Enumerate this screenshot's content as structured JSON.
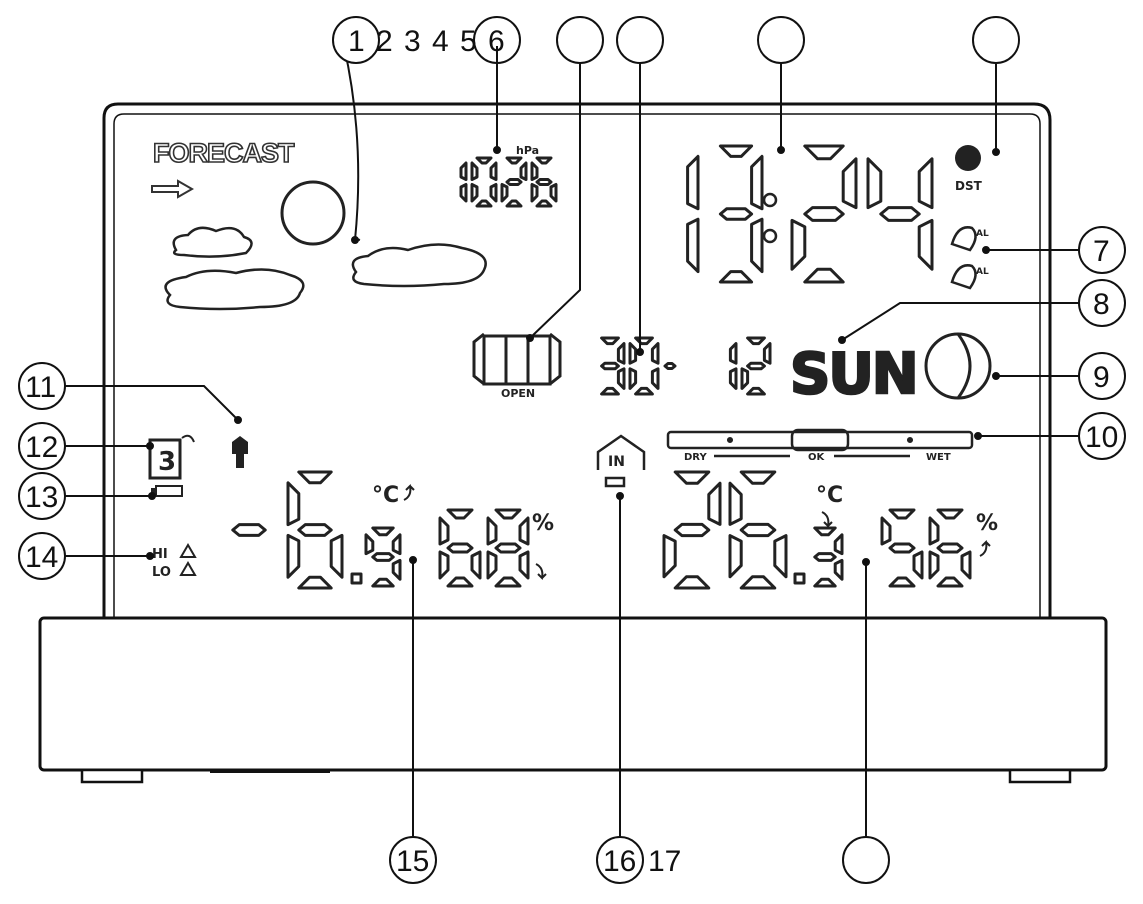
{
  "colors": {
    "ink": "#111111",
    "background": "#ffffff"
  },
  "callouts": {
    "top_sequence": [
      "1",
      "2",
      "3",
      "4",
      "5",
      "6"
    ],
    "n7": "7",
    "n8": "8",
    "n9": "9",
    "n10": "10",
    "n11": "11",
    "n12": "12",
    "n13": "13",
    "n14": "14",
    "n15": "15",
    "n16": "16",
    "n17": "17"
  },
  "display": {
    "forecast_label": "FORECAST",
    "pressure_unit": "hPa",
    "pressure_value": "1026",
    "time": "13:24",
    "dst_label": "DST",
    "alarm_icons": [
      "bell-icon",
      "bell-icon"
    ],
    "window_label": "OPEN",
    "date_day": "30",
    "date_month": "12",
    "weekday": "SUN",
    "comfort_labels": [
      "DRY",
      "OK",
      "WET"
    ],
    "outdoor": {
      "temperature": "-6.9",
      "temp_unit": "°C",
      "humidity": "68",
      "humidity_unit": "%",
      "temp_trend": "up",
      "humidity_trend": "down"
    },
    "indoor": {
      "label": "IN",
      "temperature": "26.3",
      "temp_unit": "°C",
      "humidity": "56",
      "humidity_unit": "%",
      "temp_trend": "down",
      "humidity_trend": "up"
    },
    "channel": "3",
    "hi_label": "HI",
    "lo_label": "LO"
  }
}
